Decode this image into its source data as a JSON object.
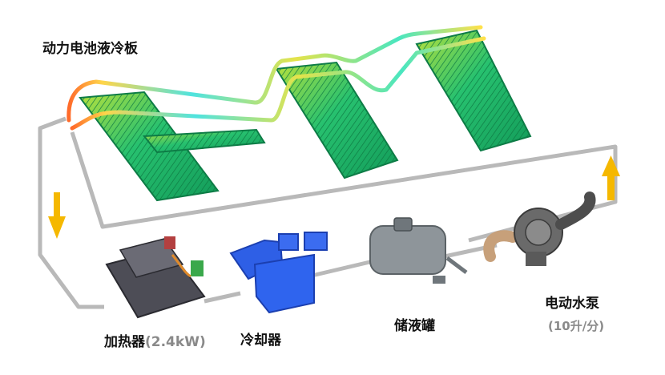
{
  "title": "动力电池液冷板",
  "components": {
    "heater": {
      "name": "加热器",
      "spec": "(2.4kW)"
    },
    "cooler": {
      "name": "冷却器"
    },
    "reservoir": {
      "name": "储液罐"
    },
    "pump": {
      "name": "电动水泵",
      "spec": "(10升/分)"
    }
  },
  "colors": {
    "loop": "#b9b9b9",
    "arrow": "#f5b800",
    "plate": "#21b46b",
    "plate_warm": "#b9e23c",
    "cooler": "#2e5fe6",
    "heater": "#4d4d56",
    "reservoir": "#8e959a",
    "pump": "#6a6a6a"
  },
  "icons": [
    "up-arrow-icon",
    "down-arrow-icon"
  ]
}
